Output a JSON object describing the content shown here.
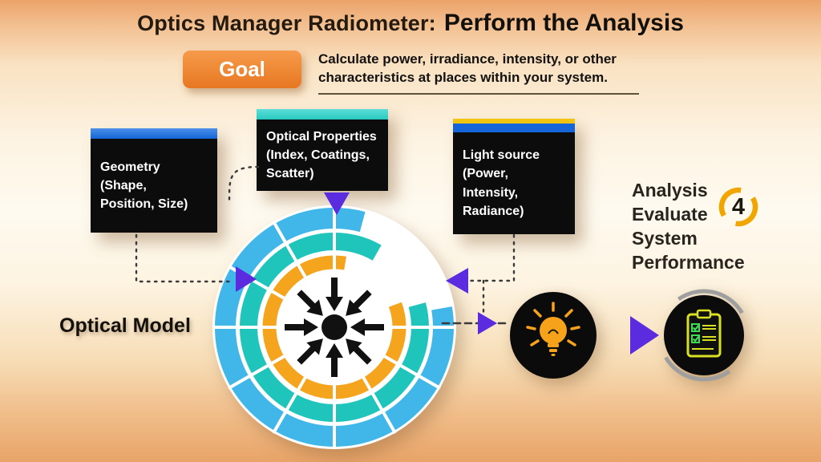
{
  "title": {
    "prefix": "Optics Manager Radiometer:",
    "emphasis": "Perform the Analysis"
  },
  "goal": {
    "label": "Goal",
    "description": "Calculate power, irradiance, intensity, or other\ncharacteristics at places within your system."
  },
  "model_boxes": {
    "geometry": "Geometry\n(Shape,\nPosition, Size)",
    "optical_properties": "Optical Properties\n(Index, Coatings,\nScatter)",
    "light_source": "Light source\n(Power, Intensity,\nRadiance)"
  },
  "optical_model_label": "Optical Model",
  "analysis": {
    "lines": [
      "Analysis",
      "Evaluate",
      "System",
      "Performance"
    ],
    "step_number": "4"
  },
  "icons": {
    "center": "converging-arrows-icon",
    "result": "lightbulb-icon",
    "report": "checklist-icon",
    "step": "circular-arrows-icon"
  },
  "colors": {
    "goal_orange": "#e87722",
    "goal_orange_light": "#f59b4b",
    "bar_blue": "#1565d8",
    "bar_teal": "#29c9c0",
    "bar_yellow": "#f2c40f",
    "ring_blue": "#41b6e9",
    "ring_teal": "#1fc5ba",
    "ring_orange": "#f5a41d",
    "arrow_purple": "#5b2be0",
    "bulb_orange": "#f6a21b",
    "clip_yellow": "#d9e021",
    "check_green": "#3ddc55",
    "box_black": "#0c0c0c"
  }
}
